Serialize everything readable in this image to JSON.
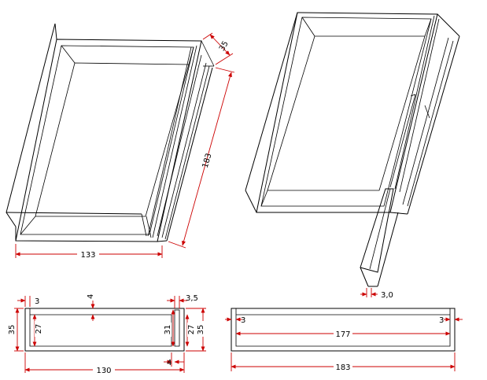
{
  "colors": {
    "outline": "#000000",
    "dimension": "#cc0000",
    "background": "#ffffff"
  },
  "dims": {
    "iso_left": {
      "width": "133",
      "length": "183",
      "height": "35"
    },
    "iso_right": {
      "lid_thickness": "3,0"
    },
    "front_view": {
      "wall_left": "3",
      "inner_top": "4",
      "slot": "3,5",
      "height_left": "35",
      "inner_left": "27",
      "inner_right_a": "31",
      "inner_right_b": "27",
      "height_right": "35",
      "bottom_right": "4",
      "width": "130"
    },
    "side_view": {
      "wall_left": "3",
      "wall_right": "3",
      "inner_length": "177",
      "length": "183"
    }
  }
}
